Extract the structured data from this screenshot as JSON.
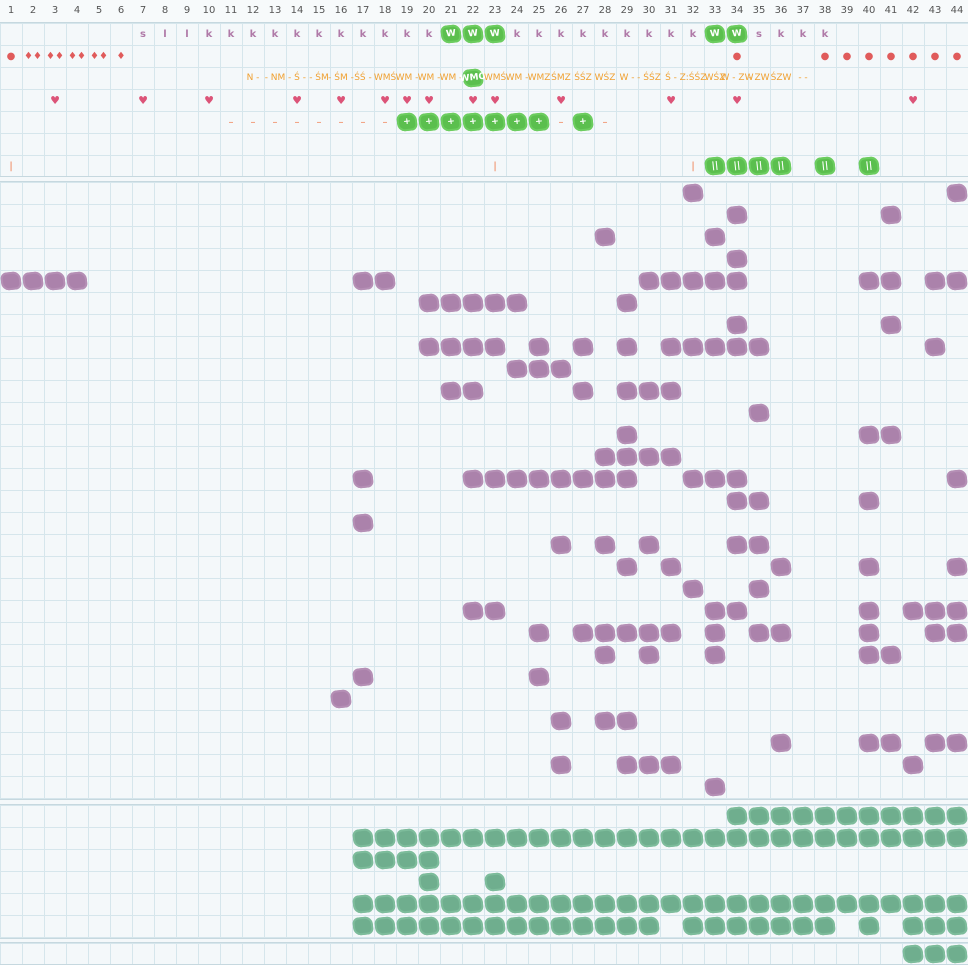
{
  "column_numbers": [
    "1",
    "2",
    "3",
    "4",
    "5",
    "6",
    "7",
    "8",
    "9",
    "10",
    "11",
    "12",
    "13",
    "14",
    "15",
    "16",
    "17",
    "18",
    "19",
    "20",
    "21",
    "22",
    "23",
    "24",
    "25",
    "26",
    "27",
    "28",
    "29",
    "30",
    "31",
    "32",
    "33",
    "34",
    "35",
    "36",
    "37",
    "38",
    "39",
    "40",
    "41",
    "42",
    "43",
    "44"
  ],
  "header_rows": [
    {
      "name": "letters-row",
      "cells": [
        {
          "col": 7,
          "text": "s",
          "style": "letter"
        },
        {
          "col": 8,
          "text": "l",
          "style": "letter"
        },
        {
          "col": 9,
          "text": "l",
          "style": "letter"
        },
        {
          "col": 10,
          "text": "k",
          "style": "letter"
        },
        {
          "col": 11,
          "text": "k",
          "style": "letter"
        },
        {
          "col": 12,
          "text": "k",
          "style": "letter"
        },
        {
          "col": 13,
          "text": "k",
          "style": "letter"
        },
        {
          "col": 14,
          "text": "k",
          "style": "letter"
        },
        {
          "col": 15,
          "text": "k",
          "style": "letter"
        },
        {
          "col": 16,
          "text": "k",
          "style": "letter"
        },
        {
          "col": 17,
          "text": "k",
          "style": "letter"
        },
        {
          "col": 18,
          "text": "k",
          "style": "letter"
        },
        {
          "col": 19,
          "text": "k",
          "style": "letter"
        },
        {
          "col": 20,
          "text": "k",
          "style": "letter"
        },
        {
          "col": 21,
          "text": "W",
          "style": "green"
        },
        {
          "col": 22,
          "text": "W",
          "style": "green"
        },
        {
          "col": 23,
          "text": "W",
          "style": "green"
        },
        {
          "col": 24,
          "text": "k",
          "style": "letter"
        },
        {
          "col": 25,
          "text": "k",
          "style": "letter"
        },
        {
          "col": 26,
          "text": "k",
          "style": "letter"
        },
        {
          "col": 27,
          "text": "k",
          "style": "letter"
        },
        {
          "col": 28,
          "text": "k",
          "style": "letter"
        },
        {
          "col": 29,
          "text": "k",
          "style": "letter"
        },
        {
          "col": 30,
          "text": "k",
          "style": "letter"
        },
        {
          "col": 31,
          "text": "k",
          "style": "letter"
        },
        {
          "col": 32,
          "text": "k",
          "style": "letter"
        },
        {
          "col": 33,
          "text": "W",
          "style": "green"
        },
        {
          "col": 34,
          "text": "W",
          "style": "green"
        },
        {
          "col": 35,
          "text": "s",
          "style": "letter"
        },
        {
          "col": 36,
          "text": "k",
          "style": "letter"
        },
        {
          "col": 37,
          "text": "k",
          "style": "letter"
        },
        {
          "col": 38,
          "text": "k",
          "style": "letter"
        }
      ]
    },
    {
      "name": "drops-row",
      "cells": [
        {
          "col": 1,
          "text": "●",
          "style": "red"
        },
        {
          "col": 2,
          "text": "♦♦",
          "style": "red"
        },
        {
          "col": 3,
          "text": "♦♦",
          "style": "red"
        },
        {
          "col": 4,
          "text": "♦♦",
          "style": "red"
        },
        {
          "col": 5,
          "text": "♦♦",
          "style": "red"
        },
        {
          "col": 6,
          "text": "♦",
          "style": "red"
        },
        {
          "col": 34,
          "text": "●",
          "style": "red"
        },
        {
          "col": 38,
          "text": "●",
          "style": "red"
        },
        {
          "col": 39,
          "text": "●",
          "style": "red"
        },
        {
          "col": 40,
          "text": "●",
          "style": "red"
        },
        {
          "col": 41,
          "text": "●",
          "style": "red"
        },
        {
          "col": 42,
          "text": "●",
          "style": "red"
        },
        {
          "col": 43,
          "text": "●",
          "style": "red"
        },
        {
          "col": 44,
          "text": "●",
          "style": "red"
        }
      ]
    },
    {
      "name": "codes-row",
      "cells": [
        {
          "col": 12,
          "text": "N -",
          "style": "orange"
        },
        {
          "col": 13,
          "text": "- NM",
          "style": "orange"
        },
        {
          "col": 14,
          "text": "- Ś -",
          "style": "orange"
        },
        {
          "col": 15,
          "text": "- ŚM",
          "style": "orange"
        },
        {
          "col": 16,
          "text": "- ŚM -",
          "style": "orange"
        },
        {
          "col": 17,
          "text": "ŚŚ -",
          "style": "orange"
        },
        {
          "col": 18,
          "text": "WMŚ",
          "style": "orange"
        },
        {
          "col": 19,
          "text": "WM -",
          "style": "orange"
        },
        {
          "col": 20,
          "text": "WM -",
          "style": "orange"
        },
        {
          "col": 21,
          "text": "WM -",
          "style": "orange"
        },
        {
          "col": 22,
          "text": "WMO",
          "style": "green"
        },
        {
          "col": 23,
          "text": "WMŚ",
          "style": "orange"
        },
        {
          "col": 24,
          "text": "WM -",
          "style": "orange"
        },
        {
          "col": 25,
          "text": "WMZ",
          "style": "orange"
        },
        {
          "col": 26,
          "text": "ŚMZ",
          "style": "orange"
        },
        {
          "col": 27,
          "text": "ŚŚZ",
          "style": "orange"
        },
        {
          "col": 28,
          "text": "WŚZ",
          "style": "orange"
        },
        {
          "col": 29,
          "text": "W -",
          "style": "orange"
        },
        {
          "col": 30,
          "text": "- ŚŚZ",
          "style": "orange"
        },
        {
          "col": 31,
          "text": "Ś -",
          "style": "orange"
        },
        {
          "col": 32,
          "text": "Z:ŚŚZ",
          "style": "orange"
        },
        {
          "col": 33,
          "text": "WŚZ",
          "style": "orange"
        },
        {
          "col": 34,
          "text": "W - ZW",
          "style": "orange"
        },
        {
          "col": 35,
          "text": "- ZW",
          "style": "orange"
        },
        {
          "col": 36,
          "text": "ŚZW",
          "style": "orange"
        },
        {
          "col": 37,
          "text": "- -",
          "style": "orange"
        }
      ]
    },
    {
      "name": "hearts-row",
      "cells": [
        {
          "col": 3,
          "text": "♥",
          "style": "heart"
        },
        {
          "col": 7,
          "text": "♥",
          "style": "heart"
        },
        {
          "col": 10,
          "text": "♥",
          "style": "heart"
        },
        {
          "col": 14,
          "text": "♥",
          "style": "heart"
        },
        {
          "col": 16,
          "text": "♥",
          "style": "heart"
        },
        {
          "col": 18,
          "text": "♥",
          "style": "heart"
        },
        {
          "col": 19,
          "text": "♥",
          "style": "heart"
        },
        {
          "col": 20,
          "text": "♥",
          "style": "heart"
        },
        {
          "col": 22,
          "text": "♥",
          "style": "heart"
        },
        {
          "col": 23,
          "text": "♥",
          "style": "heart"
        },
        {
          "col": 26,
          "text": "♥",
          "style": "heart"
        },
        {
          "col": 31,
          "text": "♥",
          "style": "heart"
        },
        {
          "col": 34,
          "text": "♥",
          "style": "heart"
        },
        {
          "col": 42,
          "text": "♥",
          "style": "heart"
        }
      ]
    },
    {
      "name": "plus-row",
      "cells": [
        {
          "col": 11,
          "text": "–",
          "style": "dash"
        },
        {
          "col": 12,
          "text": "–",
          "style": "dash"
        },
        {
          "col": 13,
          "text": "–",
          "style": "dash"
        },
        {
          "col": 14,
          "text": "–",
          "style": "dash"
        },
        {
          "col": 15,
          "text": "–",
          "style": "dash"
        },
        {
          "col": 16,
          "text": "–",
          "style": "dash"
        },
        {
          "col": 17,
          "text": "–",
          "style": "dash"
        },
        {
          "col": 18,
          "text": "–",
          "style": "dash"
        },
        {
          "col": 19,
          "text": "+",
          "style": "green"
        },
        {
          "col": 20,
          "text": "+",
          "style": "green"
        },
        {
          "col": 21,
          "text": "+",
          "style": "green"
        },
        {
          "col": 22,
          "text": "+",
          "style": "green"
        },
        {
          "col": 23,
          "text": "+",
          "style": "green"
        },
        {
          "col": 24,
          "text": "+",
          "style": "green"
        },
        {
          "col": 25,
          "text": "+",
          "style": "green"
        },
        {
          "col": 26,
          "text": "–",
          "style": "dash"
        },
        {
          "col": 27,
          "text": "+",
          "style": "green"
        },
        {
          "col": 28,
          "text": "–",
          "style": "dash"
        }
      ]
    },
    {
      "name": "empty-row",
      "cells": []
    },
    {
      "name": "bars-row",
      "cells": [
        {
          "col": 1,
          "text": "|",
          "style": "dash"
        },
        {
          "col": 23,
          "text": "|",
          "style": "dash"
        },
        {
          "col": 32,
          "text": "|",
          "style": "dash"
        },
        {
          "col": 33,
          "text": "||",
          "style": "green"
        },
        {
          "col": 34,
          "text": "||",
          "style": "green"
        },
        {
          "col": 35,
          "text": "||",
          "style": "green"
        },
        {
          "col": 36,
          "text": "||",
          "style": "green"
        },
        {
          "col": 38,
          "text": "||",
          "style": "green"
        },
        {
          "col": 40,
          "text": "||",
          "style": "green"
        }
      ]
    }
  ],
  "grid_main": {
    "color": "purple",
    "rows": [
      [
        32,
        44
      ],
      [
        34,
        41
      ],
      [
        28,
        33
      ],
      [
        34
      ],
      [
        1,
        2,
        3,
        4,
        17,
        18,
        30,
        31,
        32,
        33,
        34,
        40,
        41,
        43,
        44
      ],
      [
        20,
        21,
        22,
        23,
        24,
        29
      ],
      [
        34,
        41
      ],
      [
        20,
        21,
        22,
        23,
        25,
        27,
        29,
        31,
        32,
        33,
        34,
        35,
        43
      ],
      [
        24,
        25,
        26
      ],
      [
        21,
        22,
        27,
        29,
        30,
        31
      ],
      [
        35
      ],
      [
        29,
        40,
        41
      ],
      [
        28,
        29,
        30,
        31
      ],
      [
        17,
        22,
        23,
        24,
        25,
        26,
        27,
        28,
        29,
        32,
        33,
        34,
        44
      ],
      [
        34,
        35,
        40
      ],
      [
        17
      ],
      [
        26,
        28,
        30,
        34,
        35
      ],
      [
        29,
        31,
        36,
        40,
        44
      ],
      [
        32,
        35
      ],
      [
        22,
        23,
        33,
        34,
        40,
        42,
        43,
        44
      ],
      [
        25,
        27,
        28,
        29,
        30,
        31,
        33,
        35,
        36,
        40,
        43,
        44
      ],
      [
        28,
        30,
        33,
        40,
        41
      ],
      [
        17,
        25
      ],
      [
        16
      ],
      [
        26,
        28,
        29
      ],
      [
        36,
        40,
        41,
        43,
        44
      ],
      [
        26,
        29,
        30,
        31,
        42
      ],
      [
        33
      ]
    ]
  },
  "grid_lower": {
    "color": "teal",
    "rows": [
      [
        34,
        35,
        36,
        37,
        38,
        39,
        40,
        41,
        42,
        43,
        44
      ],
      [
        17,
        18,
        19,
        20,
        21,
        22,
        23,
        24,
        25,
        26,
        27,
        28,
        29,
        30,
        31,
        32,
        33,
        34,
        35,
        36,
        37,
        38,
        39,
        40,
        41,
        42,
        43,
        44
      ],
      [
        17,
        18,
        19,
        20
      ],
      [
        20,
        23
      ],
      [
        17,
        18,
        19,
        20,
        21,
        22,
        23,
        24,
        25,
        26,
        27,
        28,
        29,
        30,
        31,
        32,
        33,
        34,
        35,
        36,
        37,
        38,
        39,
        40,
        41,
        42,
        43,
        44
      ],
      [
        17,
        18,
        19,
        20,
        21,
        22,
        23,
        24,
        25,
        26,
        27,
        28,
        29,
        30,
        32,
        33,
        34,
        35,
        36,
        37,
        38,
        40,
        42,
        43,
        44
      ]
    ]
  },
  "grid_bottom": {
    "color": "teal",
    "rows": [
      [
        42,
        43,
        44
      ]
    ]
  }
}
